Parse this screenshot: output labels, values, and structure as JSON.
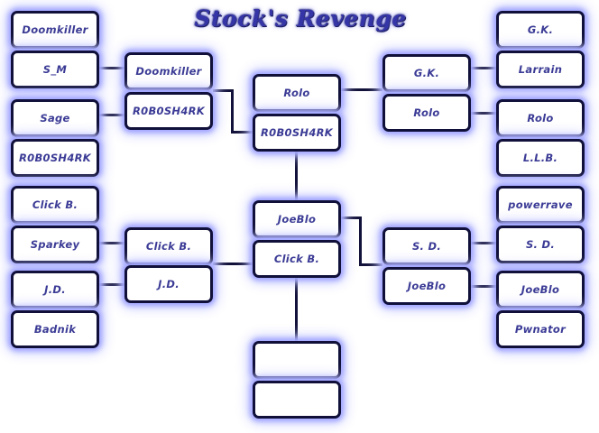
{
  "title": "Stock's Revenge",
  "bracket": {
    "left_round1": [
      "Doomkiller",
      "S_M",
      "Sage",
      "R0B0SH4RK",
      "Click B.",
      "Sparkey",
      "J.D.",
      "Badnik"
    ],
    "left_round2": [
      "Doomkiller",
      "R0B0SH4RK",
      "Click B.",
      "J.D."
    ],
    "center_upper": [
      "Rolo",
      "R0B0SH4RK"
    ],
    "center_lower": [
      "JoeBlo",
      "Click B."
    ],
    "final": [
      "",
      ""
    ],
    "right_round2": [
      "G.K.",
      "Rolo",
      "S. D.",
      "JoeBlo"
    ],
    "right_round1": [
      "G.K.",
      "Larrain",
      "Rolo",
      "L.L.B.",
      "powerrave",
      "S. D.",
      "JoeBlo",
      "Pwnator"
    ]
  }
}
